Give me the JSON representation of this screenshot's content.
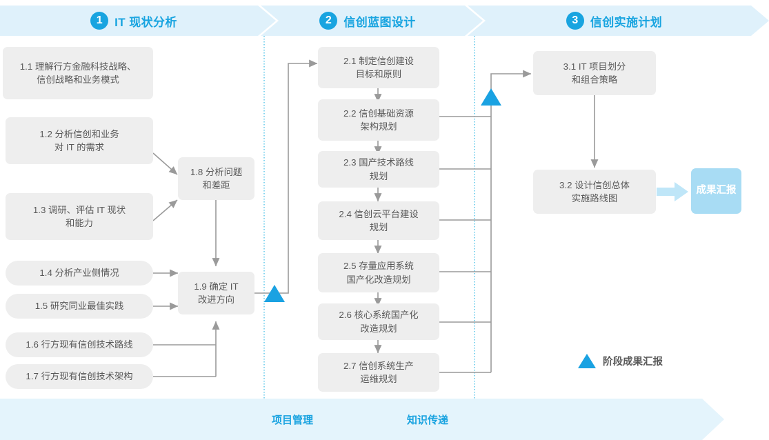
{
  "phases": [
    {
      "num": "1",
      "title": "IT 现状分析"
    },
    {
      "num": "2",
      "title": "信创蓝图设计"
    },
    {
      "num": "3",
      "title": "信创实施计划"
    }
  ],
  "phase1_tasks": [
    {
      "id": "1.1",
      "lines": [
        "1.1 理解行方金融科技战略、",
        "信创战略和业务模式"
      ]
    },
    {
      "id": "1.2",
      "lines": [
        "1.2 分析信创和业务",
        "对 IT 的需求"
      ]
    },
    {
      "id": "1.3",
      "lines": [
        "1.3 调研、评估 IT 现状",
        "和能力"
      ]
    },
    {
      "id": "1.4",
      "lines": [
        "1.4 分析产业侧情况"
      ]
    },
    {
      "id": "1.5",
      "lines": [
        "1.5 研究同业最佳实践"
      ]
    },
    {
      "id": "1.6",
      "lines": [
        "1.6 行方现有信创技术路线"
      ]
    },
    {
      "id": "1.7",
      "lines": [
        "1.7 行方现有信创技术架构"
      ]
    },
    {
      "id": "1.8",
      "lines": [
        "1.8 分析问题",
        "和差距"
      ]
    },
    {
      "id": "1.9",
      "lines": [
        "1.9 确定 IT",
        "改进方向"
      ]
    }
  ],
  "phase2_tasks": [
    {
      "id": "2.1",
      "lines": [
        "2.1 制定信创建设",
        "目标和原则"
      ]
    },
    {
      "id": "2.2",
      "lines": [
        "2.2 信创基础资源",
        "架构规划"
      ]
    },
    {
      "id": "2.3",
      "lines": [
        "2.3 国产技术路线",
        "规划"
      ]
    },
    {
      "id": "2.4",
      "lines": [
        "2.4 信创云平台建设",
        "规划"
      ]
    },
    {
      "id": "2.5",
      "lines": [
        "2.5 存量应用系统",
        "国产化改造规划"
      ]
    },
    {
      "id": "2.6",
      "lines": [
        "2.6 核心系统国产化",
        "改造规划"
      ]
    },
    {
      "id": "2.7",
      "lines": [
        "2.7 信创系统生产",
        "运维规划"
      ]
    }
  ],
  "phase3_tasks": [
    {
      "id": "3.1",
      "lines": [
        "3.1 IT 项目划分",
        "和组合策略"
      ]
    },
    {
      "id": "3.2",
      "lines": [
        "3.2 设计信创总体",
        "实施路线图"
      ]
    }
  ],
  "result": {
    "lines": [
      "成果",
      "汇报"
    ]
  },
  "legend": {
    "label": "阶段成果汇报",
    "icon": "triangle-icon"
  },
  "bottom_band": {
    "labels": [
      "项目管理",
      "知识传递"
    ]
  },
  "colors": {
    "accent": "#18a4e0",
    "band": "#e4f4fc",
    "header_band": "#dff1fb",
    "box_bg": "#eeeeee",
    "box_text": "#595959",
    "result_bg": "#a8dcf4",
    "wire": "#9a9a9a",
    "divider": "#4fc3e8"
  }
}
